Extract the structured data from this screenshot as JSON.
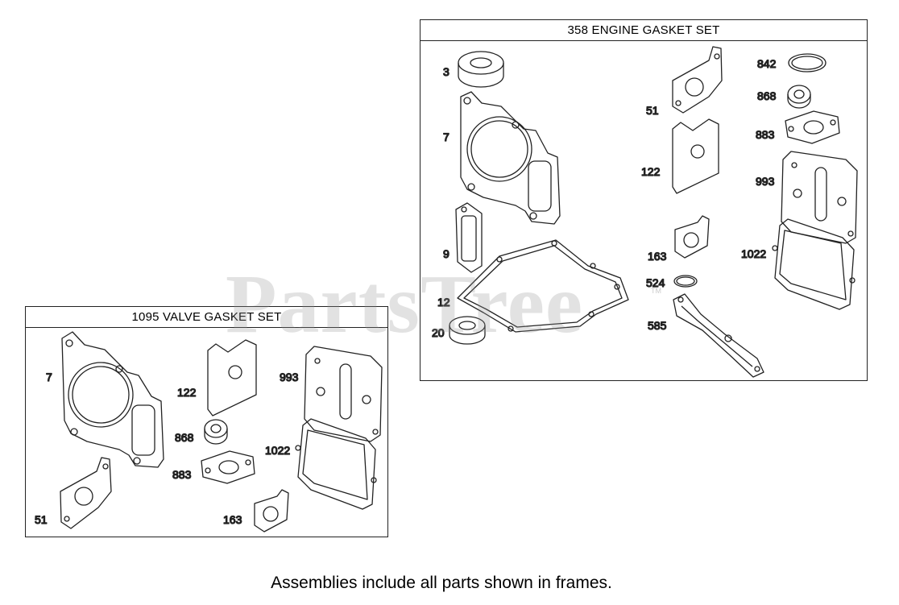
{
  "watermark": "PartsTree",
  "watermark_tm": "TM",
  "footer_note": "Assemblies include all parts shown in frames.",
  "engine_set": {
    "title": "358 ENGINE GASKET SET",
    "labels": {
      "p3": "3",
      "p7": "7",
      "p9": "9",
      "p12": "12",
      "p20": "20",
      "p51": "51",
      "p122": "122",
      "p163": "163",
      "p524": "524",
      "p585": "585",
      "p842": "842",
      "p868": "868",
      "p883": "883",
      "p993": "993",
      "p1022": "1022"
    }
  },
  "valve_set": {
    "title": "1095 VALVE GASKET SET",
    "labels": {
      "p7": "7",
      "p51": "51",
      "p122": "122",
      "p868": "868",
      "p883": "883",
      "p163": "163",
      "p993": "993",
      "p1022": "1022"
    }
  }
}
